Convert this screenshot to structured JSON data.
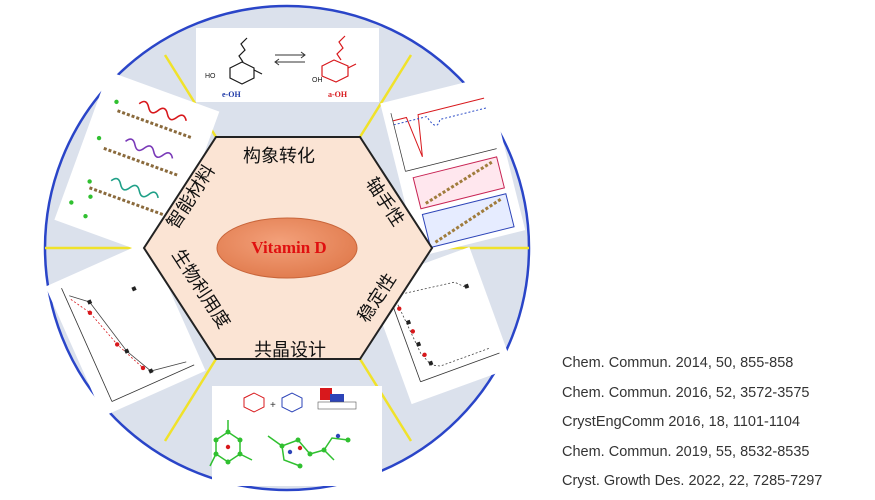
{
  "center": {
    "label": "Vitamin D"
  },
  "topics": {
    "top": "构象转化",
    "upper_right": "轴手性",
    "lower_right": "稳定性",
    "bottom": "共晶设计",
    "lower_left": "生物利用度",
    "upper_left": "智能材料"
  },
  "figure_top": {
    "left_label": "e-OH",
    "right_label": "a-OH"
  },
  "references": [
    "Chem. Commun. 2014, 50, 855-858",
    "Chem. Commun. 2016, 52, 3572-3575",
    "CrystEngComm  2016, 18, 1101-1104",
    "Chem. Commun. 2019, 55, 8532-8535",
    "Cryst. Growth Des. 2022, 22, 7285-7297"
  ],
  "colors": {
    "ring_fill": "#dbe1ec",
    "ring_border": "#2a45c8",
    "divider": "#f0e22a",
    "hexagon_fill": "#fbe4d4",
    "hexagon_border": "#222222",
    "ellipse_fill": "#e8855a",
    "center_text": "#e01010"
  }
}
